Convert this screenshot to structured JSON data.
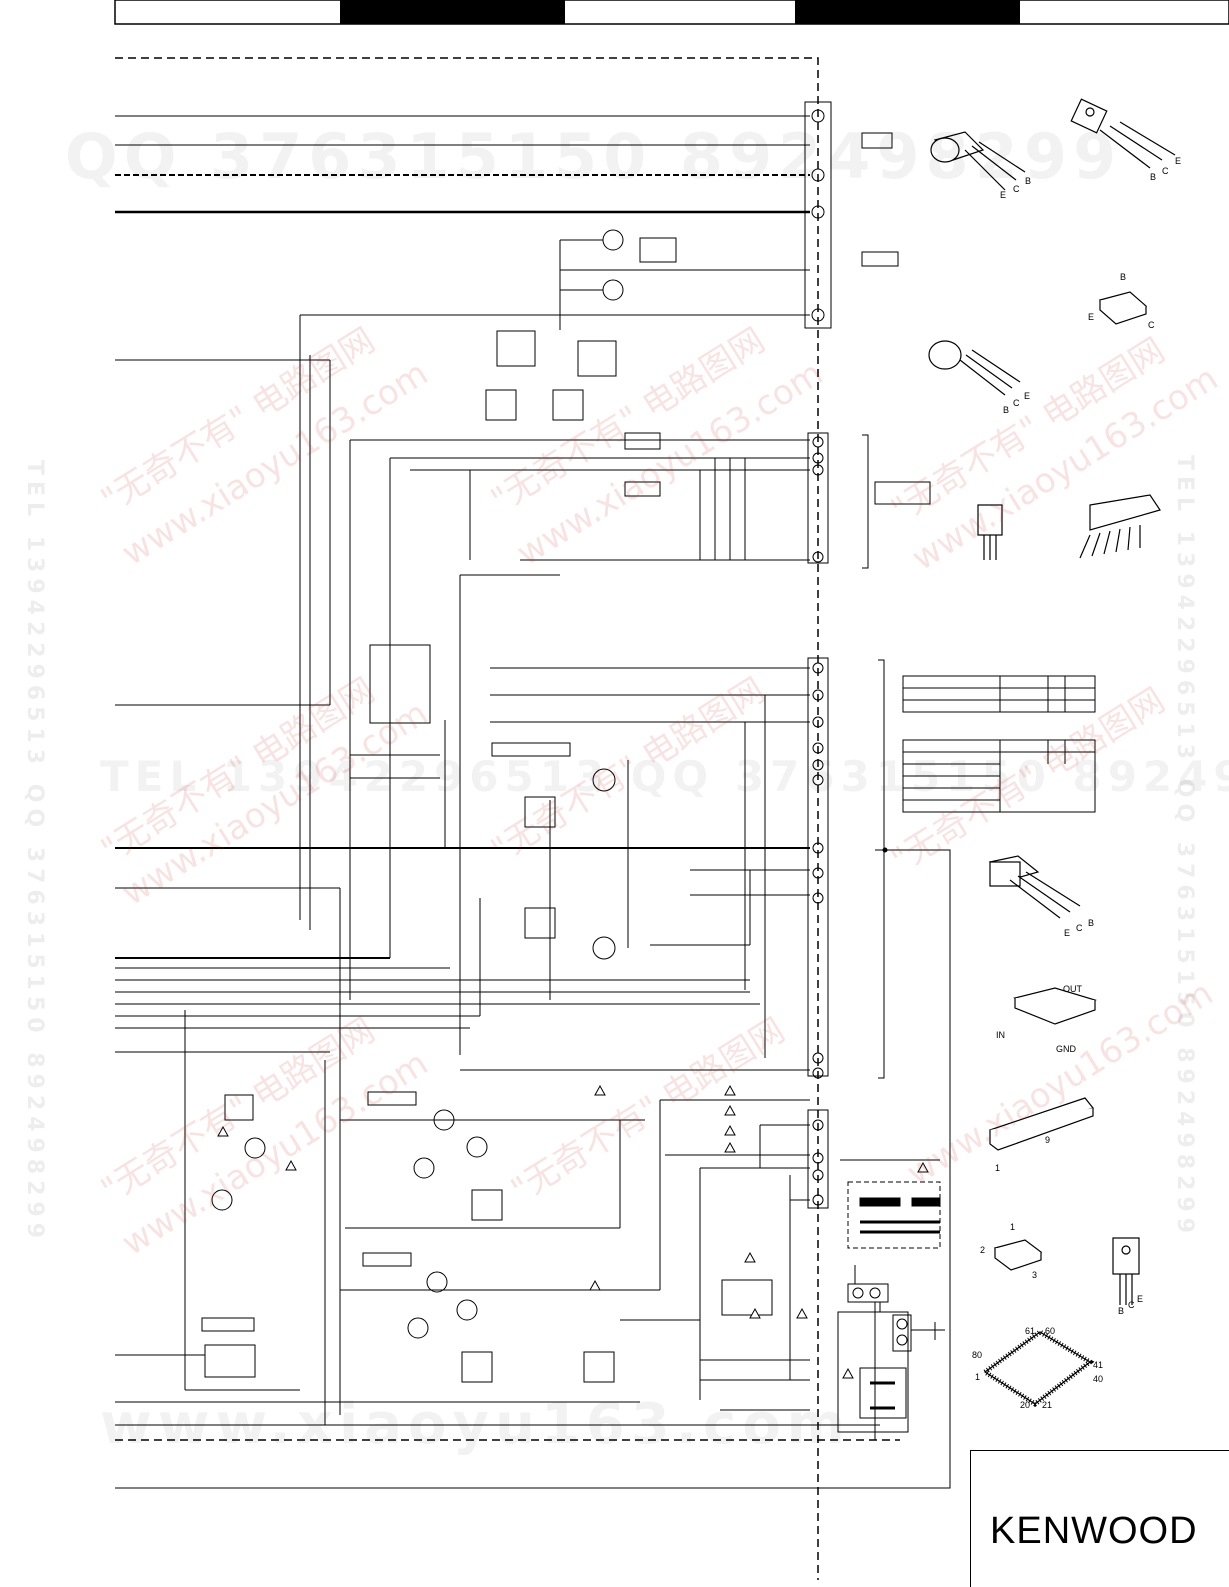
{
  "watermarks": {
    "top_banner": "QQ 376315150  892498299",
    "mid_banner": "TEL 13942296513  QQ 376315150 892498299",
    "bottom_banner": "www.xiaoyu163.com",
    "diagonal_1": "\"无奇不有\" 电路图网",
    "diagonal_2": "www.xiaoyu163.com",
    "side_vertical_left": "TEL 13942296513  QQ 376315150  892498299",
    "side_vertical_right": "TEL 13942296513  QQ 376315150  892498299"
  },
  "pin_labels": {
    "e": "E",
    "b": "B",
    "c": "C",
    "out": "OUT",
    "in": "IN",
    "gnd": "GND",
    "pin1": "1",
    "pin2": "2",
    "pin3": "3",
    "pin9": "9",
    "qfp_61": "61",
    "qfp_60": "60",
    "qfp_80": "80",
    "qfp_41": "41",
    "qfp_40": "40",
    "qfp_1": "1",
    "qfp_20": "20",
    "qfp_21": "21"
  },
  "brand": "KENWOOD",
  "colors": {
    "line": "#000000",
    "watermark_red": "#c82828"
  }
}
